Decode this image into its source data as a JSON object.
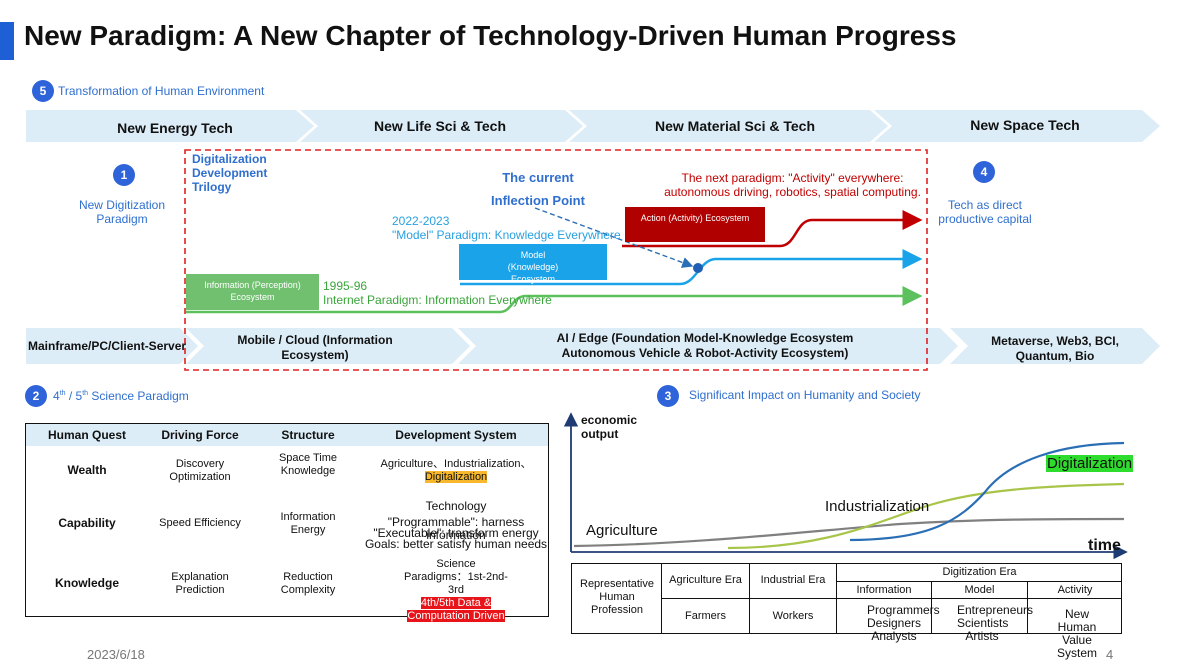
{
  "title": "New Paradigm: A New Chapter of Technology-Driven Human Progress",
  "section5": {
    "num": "5",
    "label": "Transformation of Human Environment"
  },
  "top_arrows": [
    "New Energy Tech",
    "New Life Sci & Tech",
    "New Material Sci & Tech",
    "New Space Tech"
  ],
  "section1": {
    "num": "1",
    "label": "New Digitization Paradigm"
  },
  "trilogy": "Digitalization Development Trilogy",
  "inflection": "The current Inflection Point",
  "next_paradigm": "The next paradigm: \"Activity\" everywhere: autonomous driving, robotics, spatial computing.",
  "section4": {
    "num": "4",
    "label": "Tech as direct productive capital"
  },
  "model_paradigm": {
    "year": "2022-2023",
    "text": "\"Model\" Paradigm: Knowledge Everywhere"
  },
  "internet_paradigm": {
    "year": "1995-96",
    "text": "Internet Paradigm: Information Everywhere"
  },
  "eco_boxes": {
    "action": "Action (Activity) Ecosystem",
    "model": "Model (Knowledge) Ecosystem",
    "info": "Information (Perception) Ecosystem"
  },
  "bottom_arrows": [
    "Mainframe/PC/Client-Server",
    "Mobile / Cloud (Information Ecosystem)",
    "AI / Edge (Foundation Model-Knowledge Ecosystem Autonomous Vehicle & Robot-Activity Ecosystem)",
    "Metaverse, Web3, BCI, Quantum, Bio"
  ],
  "section2": {
    "num": "2",
    "label_pre": "4",
    "sup1": "th",
    "label_mid": " / 5",
    "sup2": "th",
    "label_post": " Science Paradigm"
  },
  "table": {
    "headers": [
      "Human Quest",
      "Driving Force",
      "Structure",
      "Development System"
    ],
    "rows": [
      {
        "quest": "Wealth",
        "force": "Discovery Optimization",
        "structure": "Space Time Knowledge",
        "dev_plain": "Agriculture、Industrialization、",
        "dev_hl": "Digitalization"
      },
      {
        "quest": "Capability",
        "force": "Speed Efficiency",
        "structure": "Information Energy",
        "dev_title": "Technology",
        "dev_lines": [
          "\"Programmable\": harness information",
          "\"Executable\": transform energy",
          "Goals: better satisfy human needs"
        ]
      },
      {
        "quest": "Knowledge",
        "force": "Explanation Prediction",
        "structure": "Reduction Complexity",
        "dev_plain": "Science Paradigms：1st-2nd-3rd",
        "dev_hl": "4th/5th Data & Computation Driven"
      }
    ]
  },
  "section3": {
    "num": "3",
    "label": "Significant Impact on Humanity and Society"
  },
  "chart": {
    "ylabel": "economic output",
    "xlabel": "time",
    "curves": [
      {
        "name": "Agriculture",
        "color": "#808080"
      },
      {
        "name": "Industrialization",
        "color": "#a8c54a"
      },
      {
        "name": "Digitalization",
        "color": "#2a6fb5"
      }
    ]
  },
  "era_table": {
    "rep": "Representative Human Profession",
    "agri": "Agriculture Era",
    "ind": "Industrial Era",
    "digi": "Digitization Era",
    "sub": [
      "Information",
      "Model",
      "Activity"
    ],
    "farmers": "Farmers",
    "workers": "Workers",
    "prof": [
      "Programmers Designers Analysts",
      "Entrepreneurs Scientists Artists",
      "New Human Value System"
    ]
  },
  "footer": {
    "date": "2023/6/18",
    "page": "4"
  }
}
